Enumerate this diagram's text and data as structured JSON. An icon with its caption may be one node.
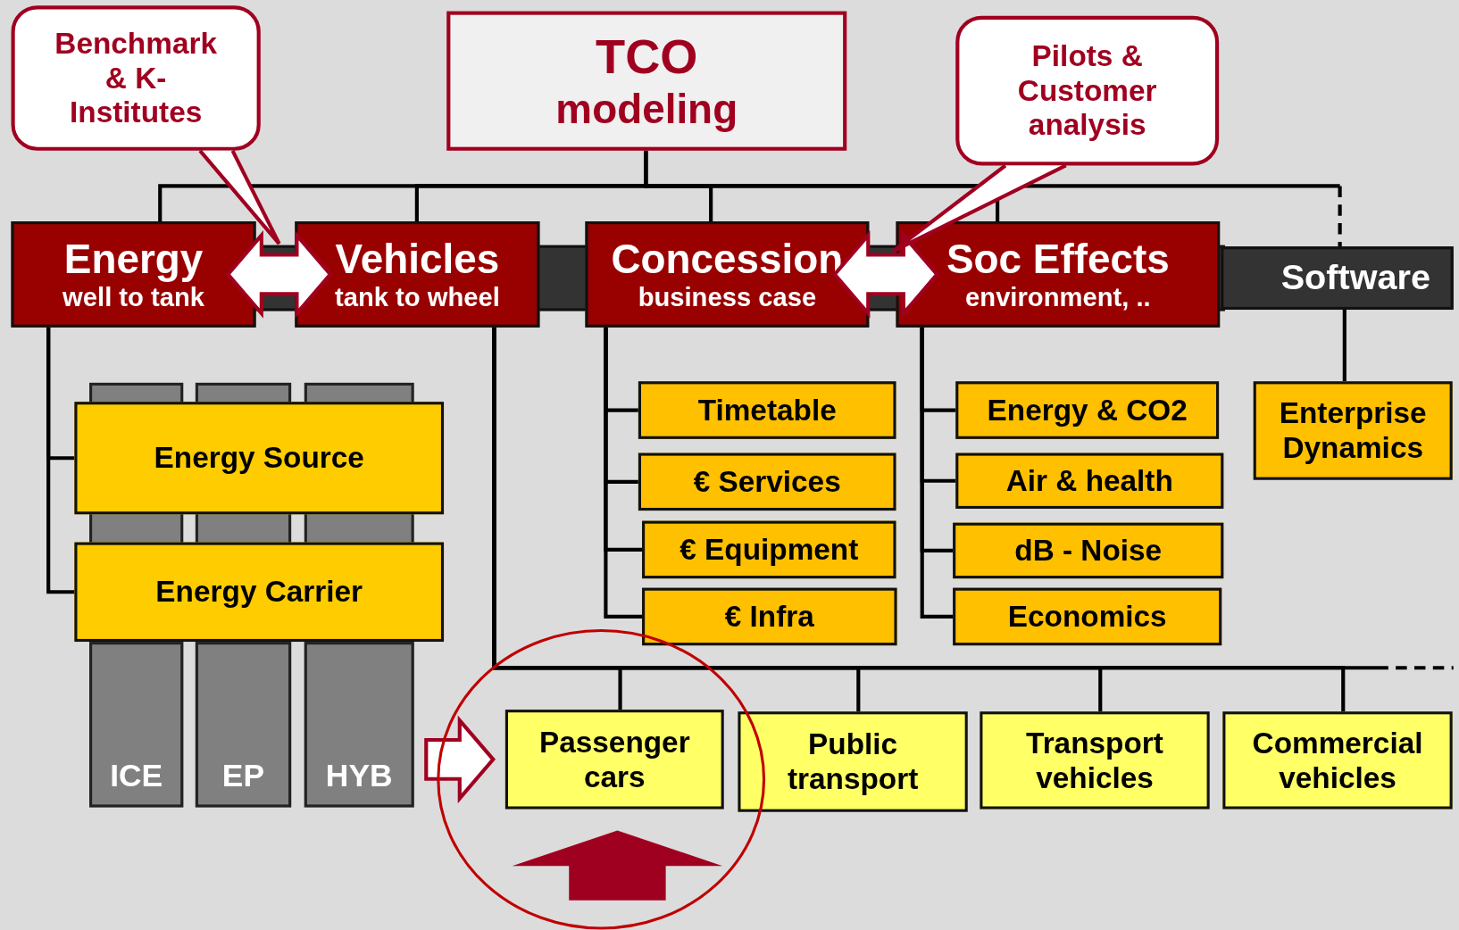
{
  "diagram": {
    "nodes": [
      {
        "text": [
          "TCO",
          "modeling"
        ]
      },
      {
        "text": [
          "Benchmark & K-Institutes"
        ]
      },
      {
        "text": [
          "Pilots & Customer analysis"
        ]
      },
      {
        "text": [
          "Energy",
          "well to tank"
        ]
      },
      {
        "text": [
          "Vehicles",
          "tank to wheel"
        ]
      },
      {
        "text": [
          "Concession",
          "business case"
        ]
      },
      {
        "text": [
          "Soc Effects",
          "environment, .."
        ]
      },
      {
        "text": [
          "Software"
        ]
      },
      {
        "text": [
          "Energy Source"
        ]
      },
      {
        "text": [
          "Energy Carrier"
        ]
      },
      {
        "text": [
          "ICE"
        ]
      },
      {
        "text": [
          "EP"
        ]
      },
      {
        "text": [
          "HYB"
        ]
      },
      {
        "text": [
          "Timetable"
        ]
      },
      {
        "text": [
          "€ Services"
        ]
      },
      {
        "text": [
          "€ Equipment"
        ]
      },
      {
        "text": [
          "€ Infra"
        ]
      },
      {
        "text": [
          "Energy & CO2"
        ]
      },
      {
        "text": [
          "Air & health"
        ]
      },
      {
        "text": [
          "dB - Noise"
        ]
      },
      {
        "text": [
          "Economics"
        ]
      },
      {
        "text": [
          "Enterprise Dynamics"
        ]
      },
      {
        "text": [
          "Passenger cars"
        ]
      },
      {
        "text": [
          "Public transport"
        ]
      },
      {
        "text": [
          "Transport vehicles"
        ]
      },
      {
        "text": [
          "Commercial vehicles"
        ]
      }
    ],
    "edges": [
      {
        "from": 0,
        "to": 3,
        "arrow": "none"
      },
      {
        "from": 0,
        "to": 4,
        "arrow": "none"
      },
      {
        "from": 0,
        "to": 5,
        "arrow": "none"
      },
      {
        "from": 0,
        "to": 6,
        "arrow": "none"
      },
      {
        "from": 0,
        "to": 7,
        "arrow": "none",
        "style": "dashed"
      },
      {
        "from": 3,
        "to": 8,
        "arrow": "none"
      },
      {
        "from": 3,
        "to": 9,
        "arrow": "none"
      },
      {
        "from": 5,
        "to": 13,
        "arrow": "none"
      },
      {
        "from": 5,
        "to": 14,
        "arrow": "none"
      },
      {
        "from": 5,
        "to": 15,
        "arrow": "none"
      },
      {
        "from": 5,
        "to": 16,
        "arrow": "none"
      },
      {
        "from": 6,
        "to": 17,
        "arrow": "none"
      },
      {
        "from": 6,
        "to": 18,
        "arrow": "none"
      },
      {
        "from": 6,
        "to": 19,
        "arrow": "none"
      },
      {
        "from": 6,
        "to": 20,
        "arrow": "none"
      },
      {
        "from": 7,
        "to": 21,
        "arrow": "none"
      },
      {
        "from": 4,
        "to": 22,
        "arrow": "none"
      },
      {
        "from": 4,
        "to": 23,
        "arrow": "none"
      },
      {
        "from": 4,
        "to": 24,
        "arrow": "none"
      },
      {
        "from": 4,
        "to": 25,
        "arrow": "none"
      },
      {
        "from": 4,
        "to": null,
        "arrow": "none",
        "style": "dashed"
      },
      {
        "from": 3,
        "to": 4,
        "arrow": "both",
        "style": "thick"
      },
      {
        "from": 5,
        "to": 6,
        "arrow": "both",
        "style": "thick"
      },
      {
        "from": 1,
        "to": null,
        "arrow": "none",
        "color": "#a00020"
      },
      {
        "from": 2,
        "to": null,
        "arrow": "none",
        "color": "#a00020"
      },
      {
        "from": 12,
        "to": 22,
        "arrow": "to",
        "style": "thick"
      },
      {
        "from": null,
        "to": 22,
        "arrow": "to",
        "style": "thick",
        "color": "#a00020"
      }
    ]
  }
}
